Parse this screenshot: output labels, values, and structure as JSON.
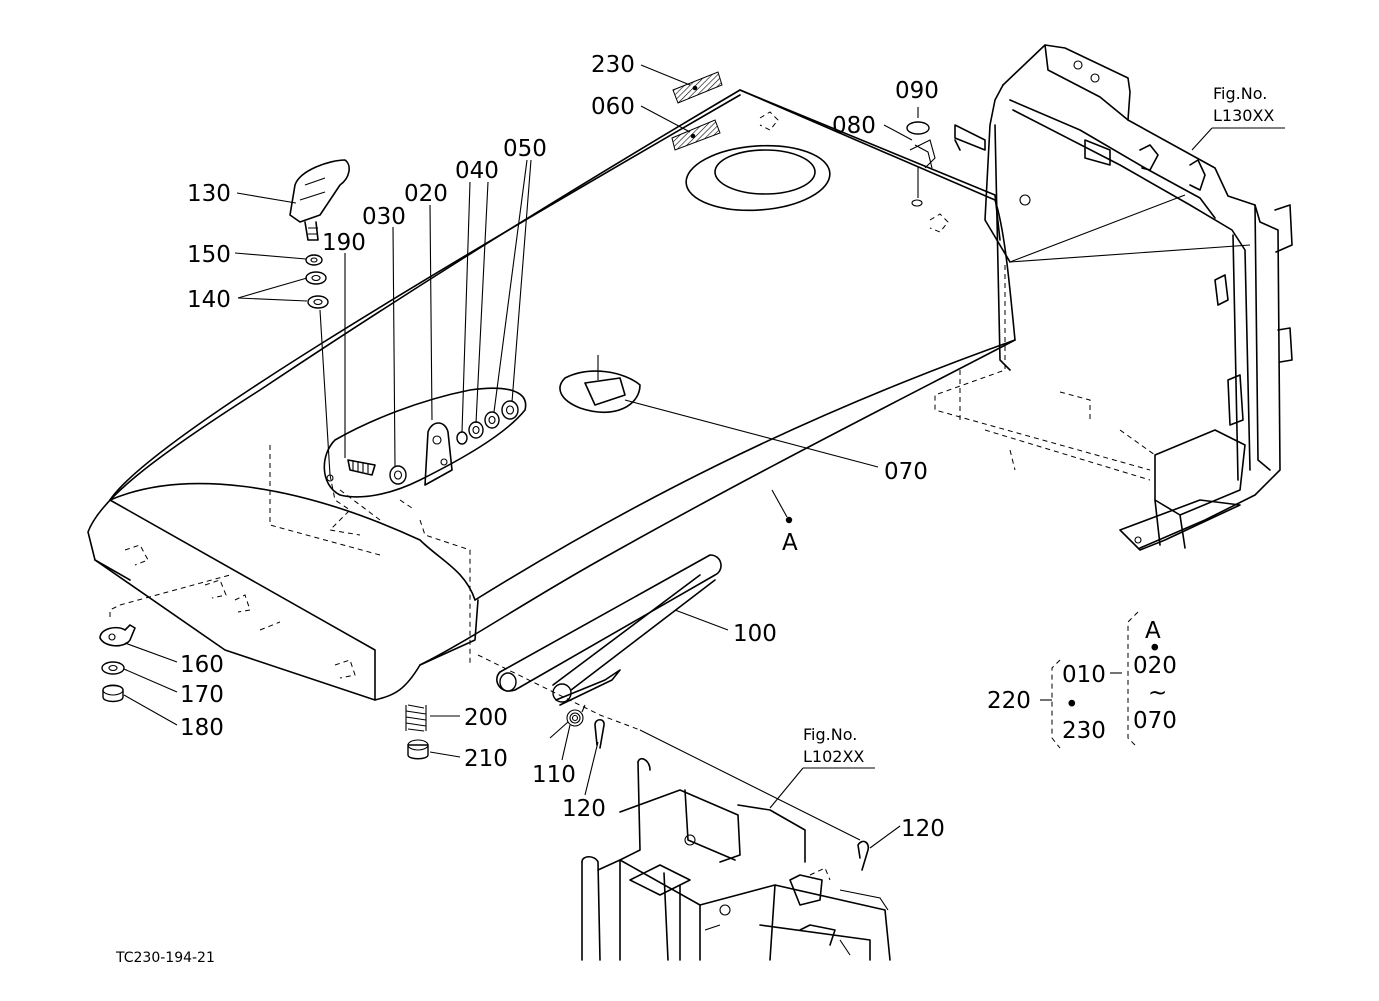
{
  "callouts": {
    "p230_top": "230",
    "p060": "060",
    "p090": "090",
    "p080": "080",
    "p130": "130",
    "p150": "150",
    "p140": "140",
    "p190": "190",
    "p030": "030",
    "p020": "020",
    "p040": "040",
    "p050": "050",
    "p070": "070",
    "p100": "100",
    "p160": "160",
    "p170": "170",
    "p180": "180",
    "p200": "200",
    "p210": "210",
    "p110": "110",
    "p120_a": "120",
    "p120_b": "120",
    "view_a": "A"
  },
  "fig_refs": {
    "top_right_line1": "Fig.No.",
    "top_right_line2": "L130XX",
    "bottom_line1": "Fig.No.",
    "bottom_line2": "L102XX"
  },
  "assembly_legend": {
    "assembly_no": "220",
    "range_a_start": "010",
    "range_a_end": "230",
    "group_head": "A",
    "range_b_start": "020",
    "range_b_end": "070",
    "dot": "•",
    "tilde": "~"
  },
  "drawing_code": "TC230-194-21"
}
